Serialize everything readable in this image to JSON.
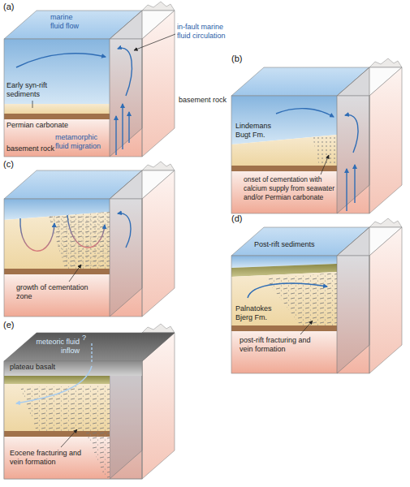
{
  "diagram": {
    "labels": [
      "(a)",
      "marine fluid flow",
      "in-fault marine fluid circulation",
      "Early syn-rift sediments",
      "Permian carbonate",
      "basement rock",
      "metamorphic fluid migration",
      "basement rock",
      "(b)",
      "Lindemans Bugt Fm.",
      "onset of cementation with calcium supply from seawater and/or Permian carbonate",
      "(c)",
      "growth of cementation zone",
      "(d)",
      "Post-rift sediments",
      "Palnatokes Bjerg Fm.",
      "post-rift fracturing and vein formation",
      "(e)",
      "plateau basalt",
      "?",
      "meteoric fluid inflow",
      "Eocene fracturing and vein formation"
    ]
  }
}
